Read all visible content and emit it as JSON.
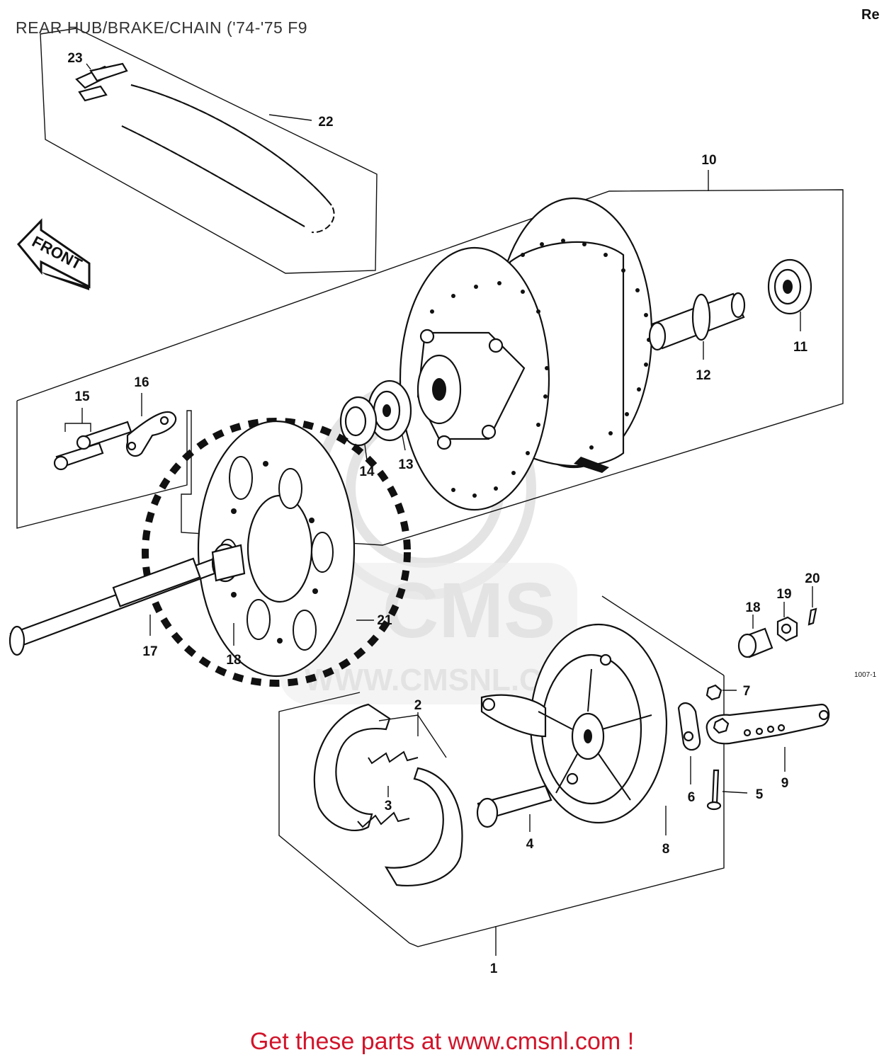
{
  "header": {
    "title": "REAR HUB/BRAKE/CHAIN ('74-'75 F9",
    "corner_label": "Re"
  },
  "diagram": {
    "direction_arrow_label": "FRONT",
    "figure_code": "1007-1",
    "watermark": {
      "brand": "CMS",
      "site": "WWW.CMSNL.COM"
    },
    "callouts": {
      "c1": "1",
      "c2": "2",
      "c3": "3",
      "c4": "4",
      "c5": "5",
      "c6": "6",
      "c7": "7",
      "c8": "8",
      "c9": "9",
      "c10": "10",
      "c11": "11",
      "c12": "12",
      "c13": "13",
      "c14": "14",
      "c15": "15",
      "c16": "16",
      "c17": "17",
      "c18a": "18",
      "c18b": "18",
      "c19": "19",
      "c20": "20",
      "c21": "21",
      "c22": "22",
      "c23": "23"
    }
  },
  "footer": {
    "cta": "Get these parts at www.cmsnl.com !"
  }
}
